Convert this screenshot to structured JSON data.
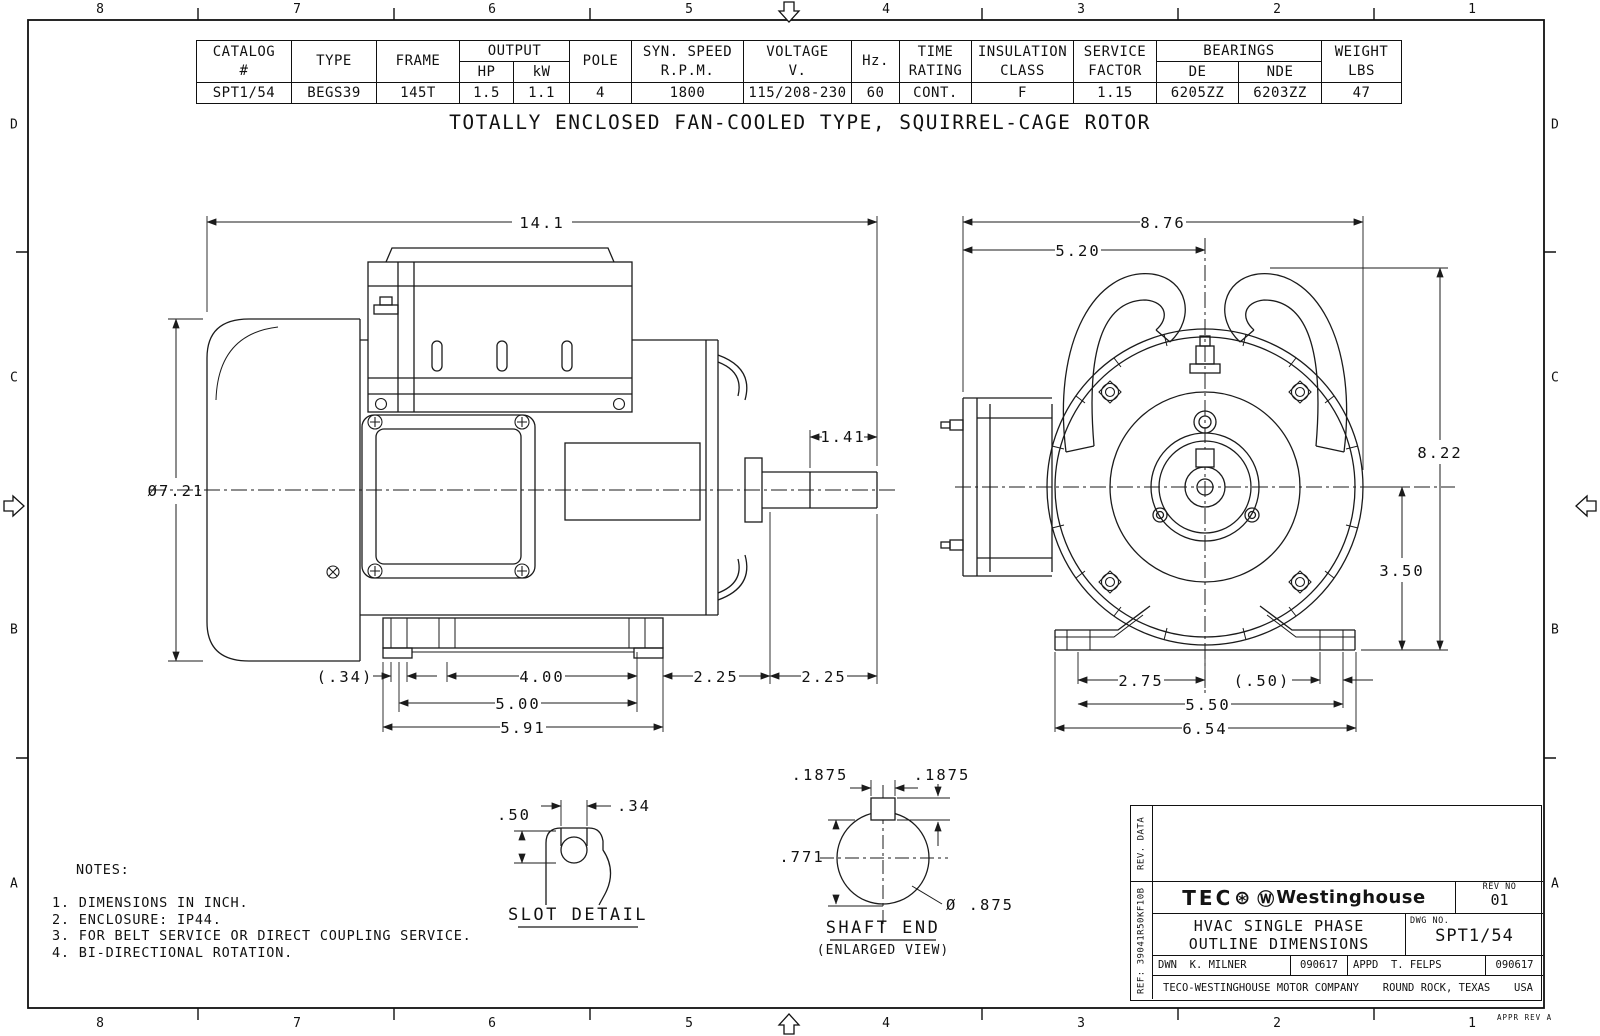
{
  "sheet": {
    "zones": [
      "8",
      "7",
      "6",
      "5",
      "4",
      "3",
      "2",
      "1"
    ],
    "rows": [
      "D",
      "C",
      "B",
      "A"
    ],
    "appr_rev": "APPR REV A"
  },
  "drawing_title": "TOTALLY ENCLOSED FAN-COOLED TYPE, SQUIRREL-CAGE ROTOR",
  "spec_table": {
    "catalog": {
      "label1": "CATALOG",
      "label2": "#",
      "value": "SPT1/54"
    },
    "type": {
      "label": "TYPE",
      "value": "BEGS39"
    },
    "frame": {
      "label": "FRAME",
      "value": "145T"
    },
    "output": {
      "label": "OUTPUT",
      "hp_label": "HP",
      "kw_label": "kW",
      "hp": "1.5",
      "kw": "1.1"
    },
    "pole": {
      "label": "POLE",
      "value": "4"
    },
    "syn_speed": {
      "label1": "SYN. SPEED",
      "label2": "R.P.M.",
      "value": "1800"
    },
    "voltage": {
      "label1": "VOLTAGE",
      "label2": "V.",
      "value": "115/208-230"
    },
    "hz": {
      "label": "Hz.",
      "value": "60"
    },
    "time_rating": {
      "label1": "TIME",
      "label2": "RATING",
      "value": "CONT."
    },
    "insulation": {
      "label1": "INSULATION",
      "label2": "CLASS",
      "value": "F"
    },
    "service_factor": {
      "label1": "SERVICE",
      "label2": "FACTOR",
      "value": "1.15"
    },
    "bearings": {
      "label": "BEARINGS",
      "de_label": "DE",
      "nde_label": "NDE",
      "de": "6205ZZ",
      "nde": "6203ZZ"
    },
    "weight": {
      "label1": "WEIGHT",
      "label2": "LBS",
      "value": "47"
    }
  },
  "side_view": {
    "dims": {
      "overall_length": "14.1",
      "frame_diameter": "Ø7.21",
      "shaft_extension": "1.41",
      "slot_ref": "(.34)",
      "hole_span_4": "4.00",
      "d_225a": "2.25",
      "d_225b": "2.25",
      "hole_span_5": "5.00",
      "base_length": "5.91"
    }
  },
  "front_view": {
    "dims": {
      "overall_width": "8.76",
      "center_to_left": "5.20",
      "overall_height": "8.22",
      "center_to_base": "3.50",
      "half_foot": "2.75",
      "slot_ref": "(.50)",
      "foot_span": "5.50",
      "base_width": "6.54"
    }
  },
  "slot_detail": {
    "title": "SLOT DETAIL",
    "dims": {
      "depth": ".50",
      "width": ".34"
    }
  },
  "shaft_end": {
    "title": "SHAFT END",
    "subtitle": "(ENLARGED VIEW)",
    "dims": {
      "key_width": ".1875",
      "key_height": ".1875",
      "flat_to_bottom": ".771",
      "diameter": "Ø .875"
    }
  },
  "notes": {
    "title": "NOTES:",
    "items": [
      "1. DIMENSIONS IN INCH.",
      "2. ENCLOSURE: IP44.",
      "3. FOR BELT SERVICE OR DIRECT COUPLING SERVICE.",
      "4. BI-DIRECTIONAL ROTATION."
    ]
  },
  "title_block": {
    "rev_data_label": "REV. DATA",
    "ref_label": "REF: 39041R50KF10B",
    "logo": {
      "t1": "TEC",
      "fan": "⊛",
      "w": "Ⓦ",
      "t2": "Westinghouse"
    },
    "rev_no_label": "REV NO",
    "rev_no": "01",
    "title_line1": "HVAC SINGLE PHASE",
    "title_line2": "OUTLINE DIMENSIONS",
    "dwg_no_label": "DWG NO.",
    "dwg_no": "SPT1/54",
    "dwn_label": "DWN",
    "dwn_name": "K. MILNER",
    "dwn_date": "090617",
    "appd_label": "APPD",
    "appd_name": "T. FELPS",
    "appd_date": "090617",
    "company": "TECO-WESTINGHOUSE MOTOR COMPANY",
    "location": "ROUND ROCK, TEXAS",
    "country": "USA"
  }
}
